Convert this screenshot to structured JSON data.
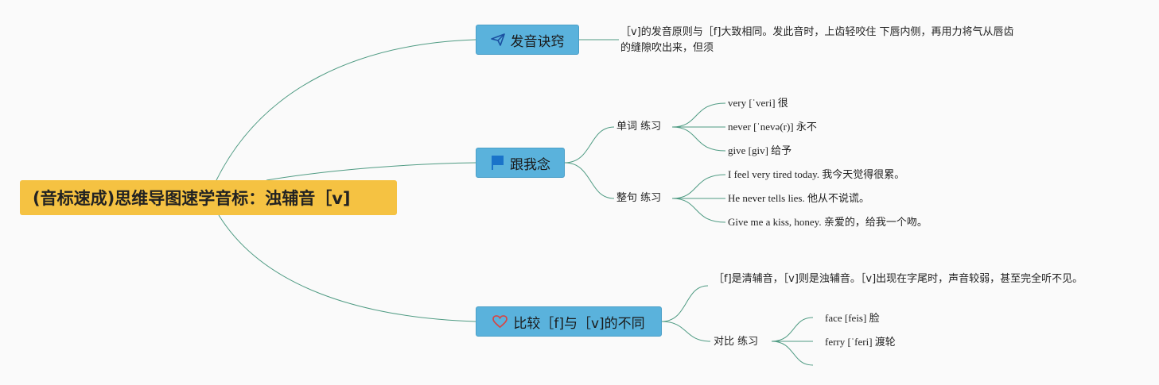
{
  "root": {
    "title": "(音标速成)思维导图速学音标：浊辅音［v]"
  },
  "branches": {
    "pronunciation": {
      "label": "发音诀窍",
      "icon": "paper-plane-icon",
      "note": "［v]的发音原则与［f]大致相同。发此音时，上齿轻咬住 下唇内侧，再用力将气从唇齿的缝隙吹出来，但须"
    },
    "read_along": {
      "label": "跟我念",
      "icon": "flag-icon",
      "words": {
        "label": "单词 练习",
        "items": [
          "very [ˈveri] 很",
          "never [ˈnevə(r)] 永不",
          "give [giv] 给予"
        ]
      },
      "sentences": {
        "label": "整句 练习",
        "items": [
          "I feel very tired today. 我今天觉得很累。",
          "He never tells lies. 他从不说谎。",
          "Give me a kiss, honey. 亲爱的，给我一个吻。"
        ]
      }
    },
    "compare": {
      "label": "比较［f]与［v]的不同",
      "icon": "heart-icon",
      "note": "［f]是清辅音，［v]则是浊辅音。［v]出现在字尾时，声音较弱，甚至完全听不见。",
      "contrast": {
        "label": "对比 练习",
        "items": [
          "face [feis] 脸",
          "ferry [ˈferi] 渡轮",
          ""
        ]
      }
    }
  },
  "colors": {
    "root_fill": "#f5c242",
    "topic_fill": "#5ab2dc",
    "connector": "#4f9b83",
    "flag": "#1a73c9",
    "heart": "#d64545",
    "plane": "#1a4fa0"
  }
}
